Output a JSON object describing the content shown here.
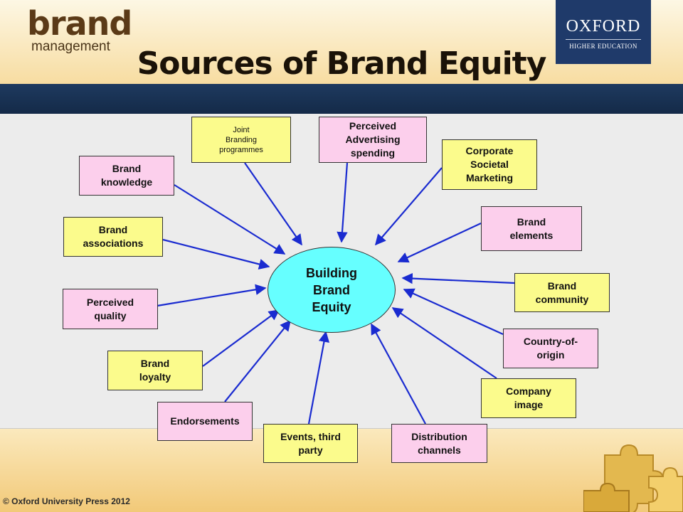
{
  "logo": {
    "main": "brand",
    "sub": "management"
  },
  "publisher": {
    "name": "OXFORD",
    "sub": "HIGHER EDUCATION"
  },
  "title": "Sources of Brand Equity",
  "center": {
    "label": "Building\nBrand\nEquity"
  },
  "sources": {
    "joint": "Joint\nBranding\nprogrammes",
    "advertising": "Perceived\nAdvertising\nspending",
    "corporate": "Corporate\nSocietal\nMarketing",
    "knowledge": "Brand\nknowledge",
    "elements": "Brand\nelements",
    "associations": "Brand\nassociations",
    "community": "Brand\ncommunity",
    "quality": "Perceived\nquality",
    "origin": "Country-of-\norigin",
    "loyalty": "Brand\nloyalty",
    "image": "Company\nimage",
    "endorsements": "Endorsements",
    "events": "Events, third\nparty",
    "distribution": "Distribution\nchannels"
  },
  "footer": {
    "copyright": "© Oxford University Press 2012"
  },
  "colors": {
    "pink": "#fccfec",
    "yellow": "#fbfb8c",
    "center": "#66ffff",
    "arrow": "#1a2bd0",
    "band": "#1e3a5f"
  }
}
